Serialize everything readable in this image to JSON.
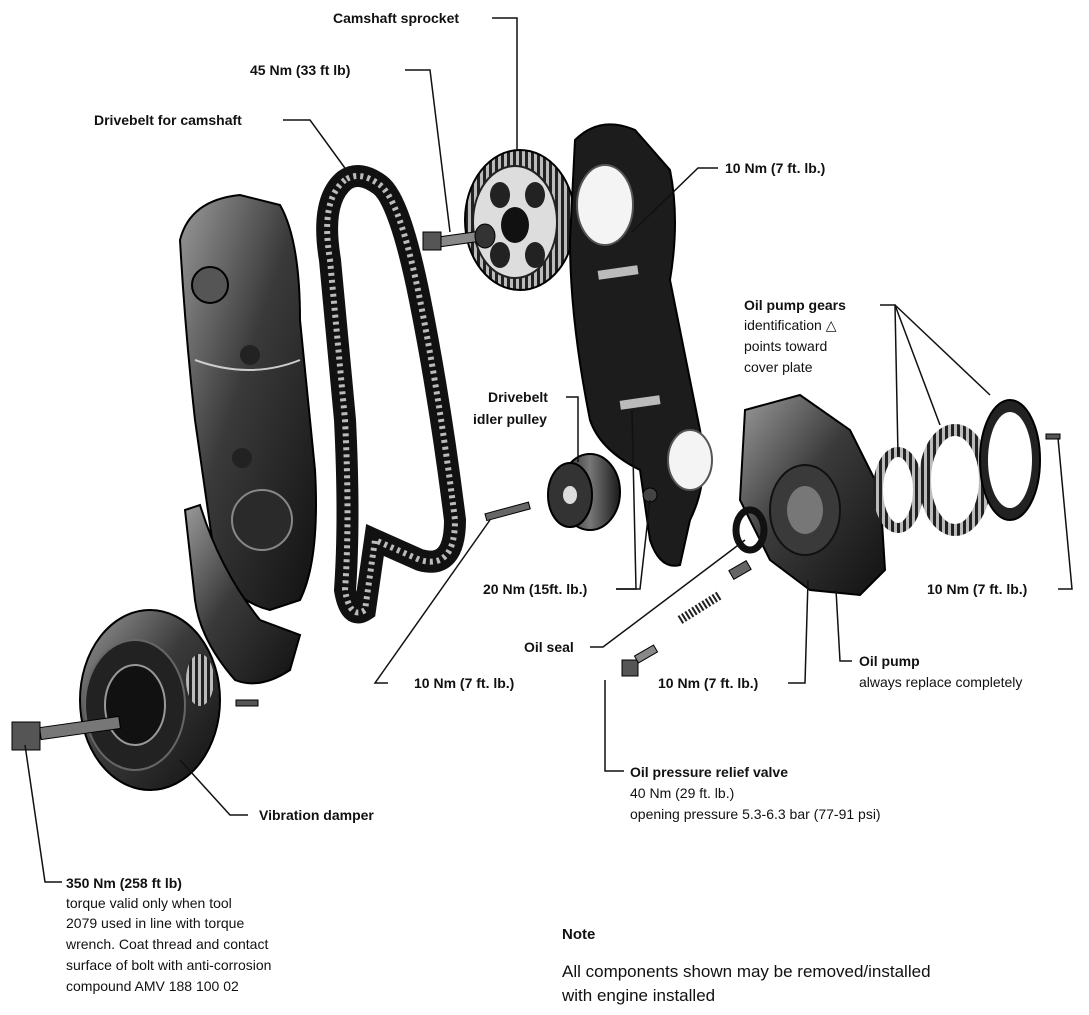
{
  "labels": {
    "camshaft_sprocket": "Camshaft sprocket",
    "bolt_45nm": "45 Nm (33 ft lb)",
    "drivebelt_camshaft": "Drivebelt for camshaft",
    "cover_10nm": "10 Nm (7 ft. lb.)",
    "oil_pump_gears": "Oil pump gears",
    "gears_note_1": "identification △",
    "gears_note_2": "points toward",
    "gears_note_3": "cover plate",
    "idler_pulley_1": "Drivebelt",
    "idler_pulley_2": "idler pulley",
    "bolt_20nm": "20 Nm (15ft. lb.)",
    "cover_plate_10nm": "10 Nm (7 ft. lb.)",
    "oil_seal": "Oil seal",
    "stud_10nm": "10 Nm (7 ft. lb.)",
    "pump_10nm": "10 Nm (7 ft. lb.)",
    "oil_pump": "Oil pump",
    "oil_pump_note": "always replace completely",
    "relief_valve": "Oil pressure relief valve",
    "relief_valve_torque": "40 Nm (29 ft. lb.)",
    "relief_valve_pressure": "opening pressure 5.3-6.3 bar (77-91 psi)",
    "vibration_damper": "Vibration damper",
    "damper_bolt": "350 Nm (258 ft lb)",
    "damper_note_1": "torque valid only when tool",
    "damper_note_2": "2079 used in line with torque",
    "damper_note_3": "wrench. Coat thread and contact",
    "damper_note_4": "surface of bolt with anti-corrosion",
    "damper_note_5": "compound AMV 188 100 02"
  },
  "note": {
    "title": "Note",
    "body_1": "All components shown may be removed/installed",
    "body_2": "with engine installed"
  }
}
